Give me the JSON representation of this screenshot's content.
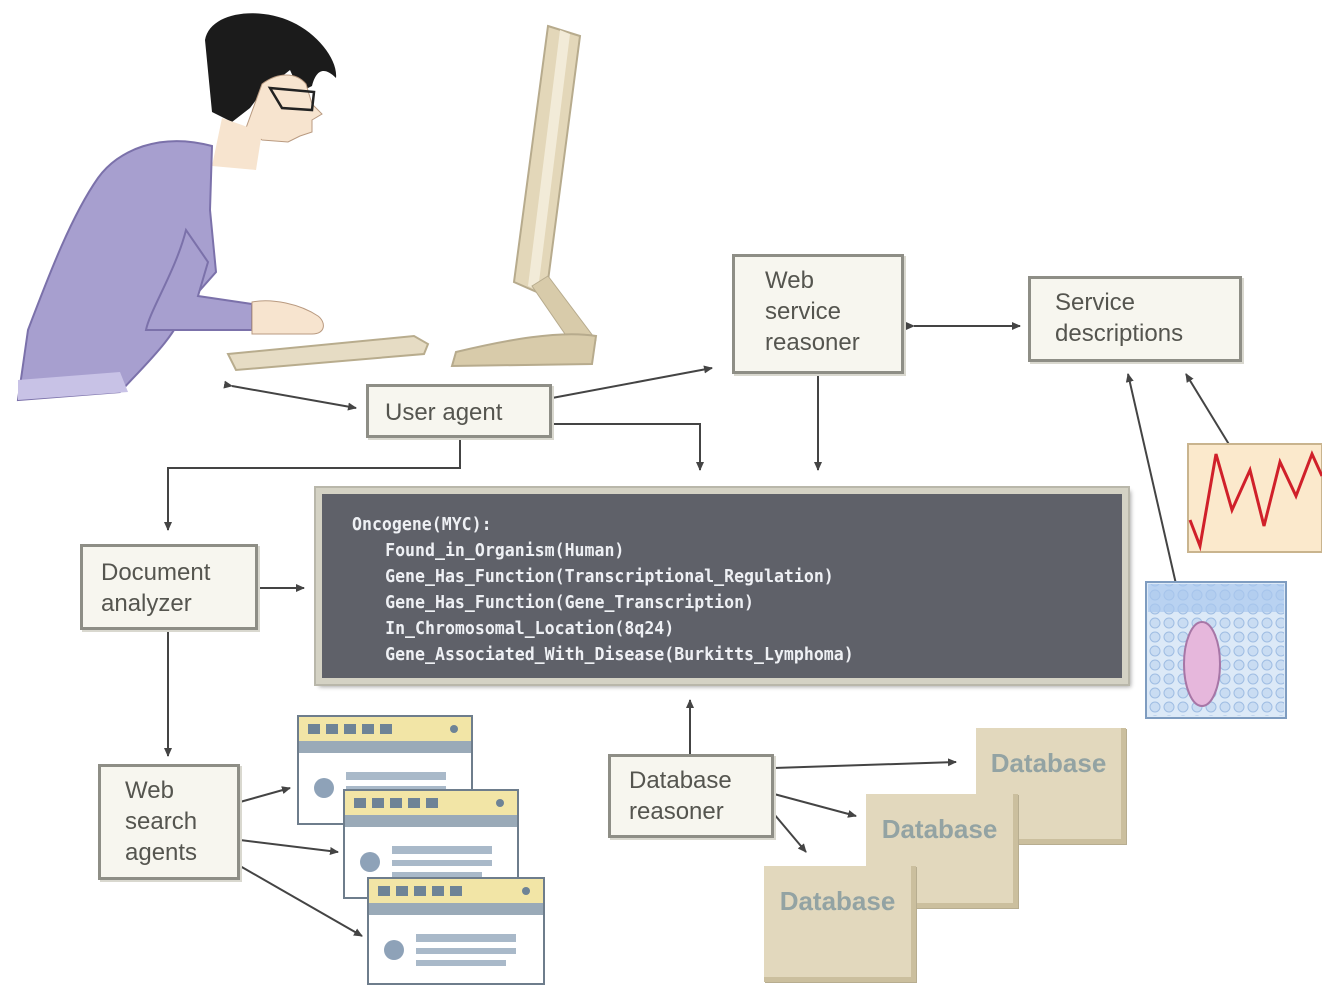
{
  "boxes": {
    "user_agent": "User agent",
    "web_service_reasoner": "Web\nservice\nreasoner",
    "service_descriptions": "Service\ndescriptions",
    "document_analyzer": "Document\nanalyzer",
    "web_search_agents": "Web\nsearch\nagents",
    "database_reasoner": "Database\nreasoner"
  },
  "databases": [
    "Database",
    "Database",
    "Database"
  ],
  "code_panel": {
    "header": "Oncogene(MYC):",
    "lines": [
      "Found_in_Organism(Human)",
      "Gene_Has_Function(Transcriptional_Regulation)",
      "Gene_Has_Function(Gene_Transcription)",
      "In_Chromosomal_Location(8q24)",
      "Gene_Associated_With_Disease(Burkitts_Lymphoma)"
    ]
  },
  "colors": {
    "box_border": "#8e8e86",
    "box_fill": "#f7f6ef",
    "panel_fill": "#5f6169",
    "database_fill": "#e2d8bd",
    "sweater": "#a79fcf",
    "chart_line": "#d0202a",
    "arrow": "#444444"
  },
  "icons": [
    "user-illustration",
    "monitor-illustration",
    "keyboard-illustration",
    "web-page-icon",
    "line-chart-thumbnail",
    "cell-microscopy-thumbnail"
  ]
}
